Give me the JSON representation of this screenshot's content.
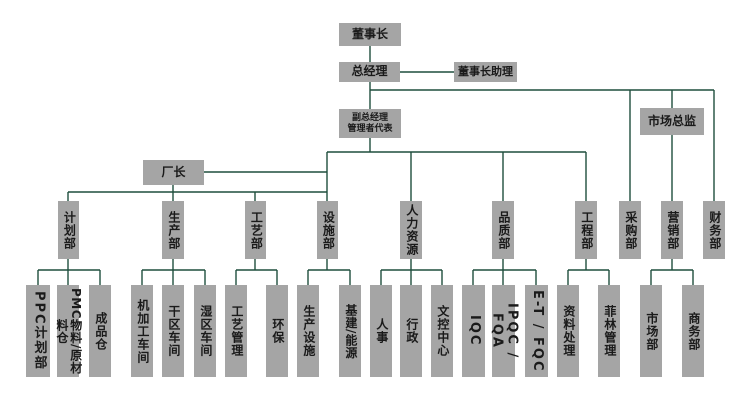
{
  "org": {
    "chairman": "董事长",
    "general_manager": "总经理",
    "chairman_assistant": "董事长助理",
    "deputy_gm_line1": "副总经理",
    "deputy_gm_line2": "管理者代表",
    "factory_director": "厂长",
    "market_director": "市场总监",
    "departments": {
      "planning": "计划部",
      "production": "生产部",
      "process": "工艺部",
      "facilities": "设施部",
      "hr": "人力资源",
      "quality": "品质部",
      "engineering": "工程部",
      "purchasing": "采购部",
      "marketing": "营销部",
      "finance": "财务部"
    },
    "units": {
      "ppc": "PPC计划部",
      "pmc": "PMC物料/原材料仓",
      "finished_goods": "成品仓",
      "machining": "机加工车间",
      "dry_zone": "干区车间",
      "wet_zone": "湿区车间",
      "process_mgmt": "工艺管理",
      "env": "环保",
      "prod_facilities": "生产设施",
      "infra_energy": "基建/能源",
      "personnel": "人事",
      "admin": "行政",
      "doc_control": "文控中心",
      "iqc": "IQC",
      "ipqc": "IPQC / FQA",
      "etfqc": "E-T / FQC",
      "data_processing": "资料处理",
      "feilin_mgmt": "菲林管理",
      "market_dept": "市场部",
      "business_dept": "商务部"
    }
  },
  "colors": {
    "box": "#a5a5a5",
    "line": "#1f4e3d",
    "text": "#1a1a1a"
  }
}
